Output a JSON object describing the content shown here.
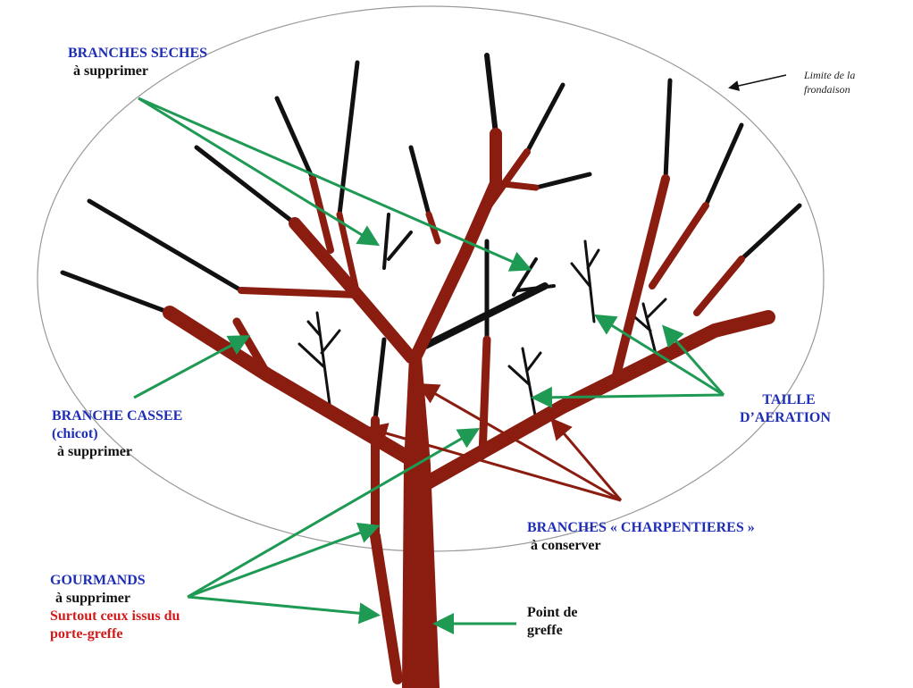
{
  "colors": {
    "wood": "#8b1c10",
    "green": "#1f9a55",
    "blue": "#1f2fb5",
    "red": "#d11a1a",
    "limit": "#888888"
  },
  "limit_note": {
    "line1": "Limite de la",
    "line2": "frondaison"
  },
  "labels": {
    "branches_seches": {
      "title": "BRANCHES SECHES",
      "action": "à supprimer"
    },
    "branche_cassee": {
      "title": "BRANCHE CASSEE",
      "sub": "(chicot)",
      "action": "à supprimer"
    },
    "gourmands": {
      "title": "GOURMANDS",
      "action": "à supprimer",
      "note1": "Surtout ceux issus du",
      "note2": "porte-greffe"
    },
    "taille": {
      "line1": "TAILLE",
      "line2": "D’AERATION"
    },
    "charpentieres": {
      "title": "BRANCHES « CHARPENTIERES »",
      "action": "à conserver"
    },
    "greffe": {
      "line1": "Point de",
      "line2": "greffe"
    }
  }
}
